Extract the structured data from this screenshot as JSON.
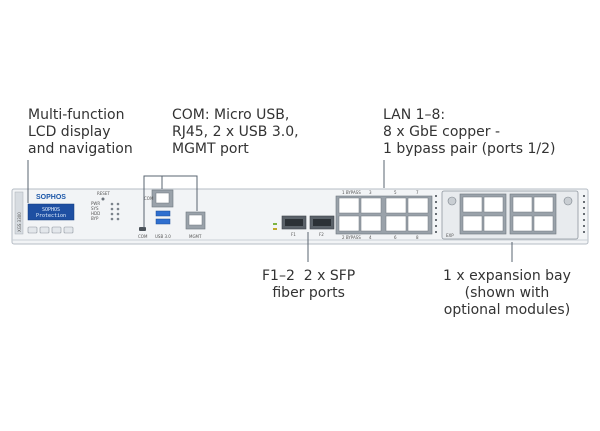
{
  "callouts": {
    "lcd": [
      "Multi-function",
      "LCD display",
      "and navigation"
    ],
    "com": [
      "COM: Micro USB,",
      "RJ45, 2 x USB 3.0,",
      "MGMT port"
    ],
    "lan": [
      "LAN 1–8:",
      "8 x GbE copper -",
      "1 bypass pair (ports 1/2)"
    ],
    "sfp": [
      "F1–2  2 x SFP",
      "fiber ports"
    ],
    "expansion": [
      "1 x expansion bay",
      "(shown with",
      "optional modules)"
    ]
  },
  "device": {
    "brand": "SOPHOS",
    "lcd_lines": [
      "SOPHOS",
      "Protection"
    ],
    "reset_label": "RESET",
    "led_labels": [
      "PWR",
      "SYS",
      "HDD",
      "BYP"
    ],
    "com_label": "COM",
    "usb_label": "USB 3.0",
    "mgmt_label": "MGMT",
    "console_label": "COM",
    "sfp_labels": [
      "F1",
      "F2"
    ],
    "lan_top_labels": [
      "1 BYPASS",
      "3",
      "5",
      "7"
    ],
    "lan_bottom_labels": [
      "2 BYPASS",
      "4",
      "6",
      "8"
    ],
    "exp_label": "EXP",
    "side_label": "XGS 3300"
  },
  "colors": {
    "chassis": "#f2f4f6",
    "chassis_edge": "#b5bcc4",
    "port_body": "#9aa2aa",
    "port_face": "#ffffff",
    "lcd": "#1e4fa2",
    "leader": "#5a6470",
    "brand": "#1a56a8"
  }
}
